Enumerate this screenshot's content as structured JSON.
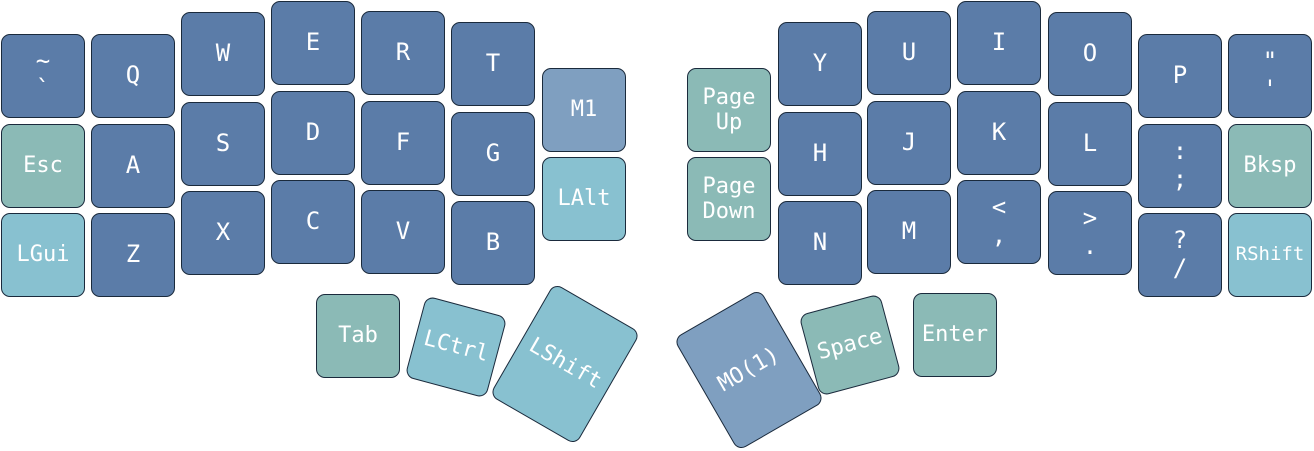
{
  "keymap": {
    "left": {
      "row1": [
        "~",
        "`",
        "Q",
        "W",
        "E",
        "R",
        "T"
      ],
      "row2": [
        "Esc",
        "A",
        "S",
        "D",
        "F",
        "G"
      ],
      "row3": [
        "LGui",
        "Z",
        "X",
        "C",
        "V",
        "B"
      ],
      "inner": [
        "M1",
        "LAlt"
      ],
      "thumbs": [
        "Tab",
        "LCtrl",
        "LShift"
      ]
    },
    "right": {
      "inner": [
        "Page",
        "Up",
        "Page",
        "Down"
      ],
      "row1": [
        "Y",
        "U",
        "I",
        "O",
        "P",
        "\"",
        "'"
      ],
      "row2": [
        "H",
        "J",
        "K",
        "L",
        ":",
        ";",
        "Bksp"
      ],
      "row3": [
        "N",
        "M",
        "<",
        ",",
        ">",
        ".",
        "?",
        "/",
        "RShift"
      ],
      "thumbs": [
        "MO(1)",
        "Space",
        "Enter"
      ]
    }
  },
  "colors": {
    "alpha": "#5b7ca8",
    "thumb_mod": "#8bbab6",
    "light_mod": "#88c1d0",
    "layer": "#7f9fc0",
    "border": "#1a2a3c"
  }
}
